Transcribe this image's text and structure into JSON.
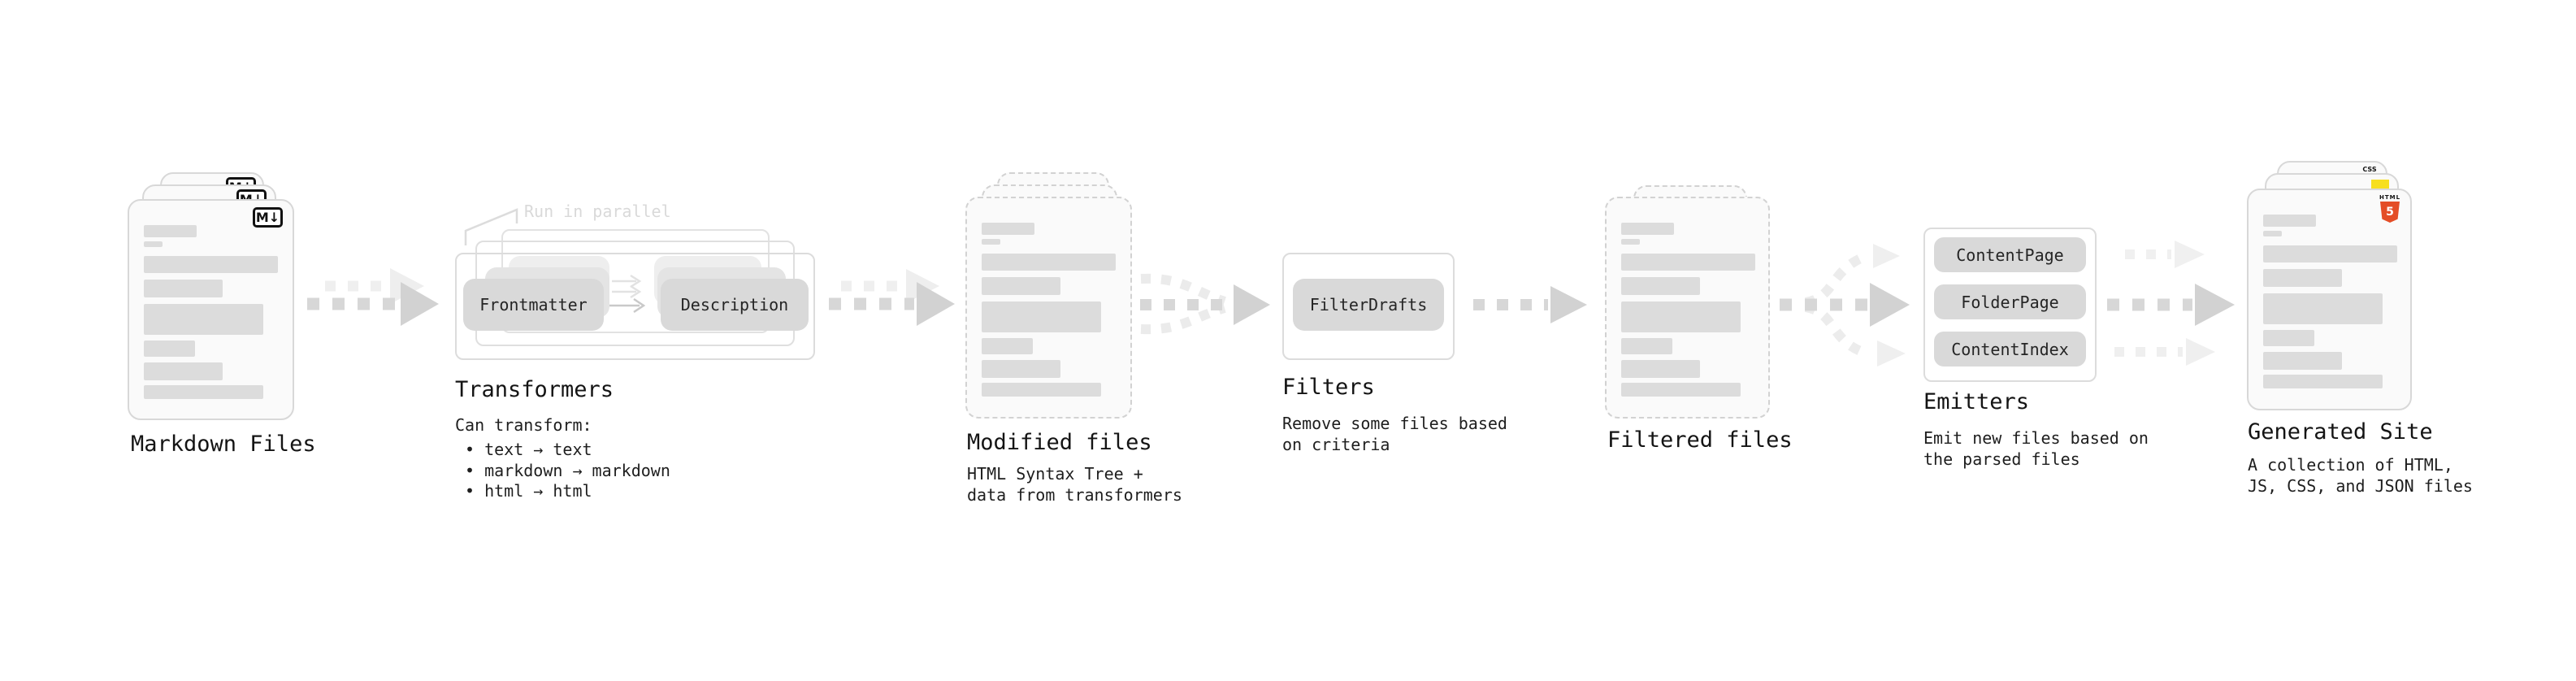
{
  "stages": {
    "markdown": {
      "title": "Markdown Files",
      "badge": "M↓"
    },
    "transformers": {
      "title": "Transformers",
      "annotation": "Run in parallel",
      "buttons": [
        "Frontmatter",
        "Description"
      ],
      "desc_heading": "Can transform:",
      "bullets": [
        "• text → text",
        "• markdown → markdown",
        "• html → html"
      ]
    },
    "modified": {
      "title": "Modified files",
      "desc": [
        "HTML Syntax Tree +",
        "data from transformers"
      ]
    },
    "filters": {
      "title": "Filters",
      "button": "FilterDrafts",
      "desc": [
        "Remove some files based",
        "on criteria"
      ]
    },
    "filtered": {
      "title": "Filtered files"
    },
    "emitters": {
      "title": "Emitters",
      "buttons": [
        "ContentPage",
        "FolderPage",
        "ContentIndex"
      ],
      "desc": [
        "Emit new files based on",
        "the parsed files"
      ]
    },
    "generated": {
      "title": "Generated Site",
      "desc": [
        "A collection of HTML,",
        "JS, CSS, and JSON files"
      ],
      "badges": {
        "html_label": "HTML",
        "html_number": "5",
        "css_label": "CSS"
      }
    }
  },
  "colors": {
    "html5_orange": "#e44d26",
    "js_yellow": "#f7df1e",
    "css_blue": "#2f6bf2",
    "arrow_dark": "#d2d2d2",
    "arrow_light": "#eeeeee"
  }
}
